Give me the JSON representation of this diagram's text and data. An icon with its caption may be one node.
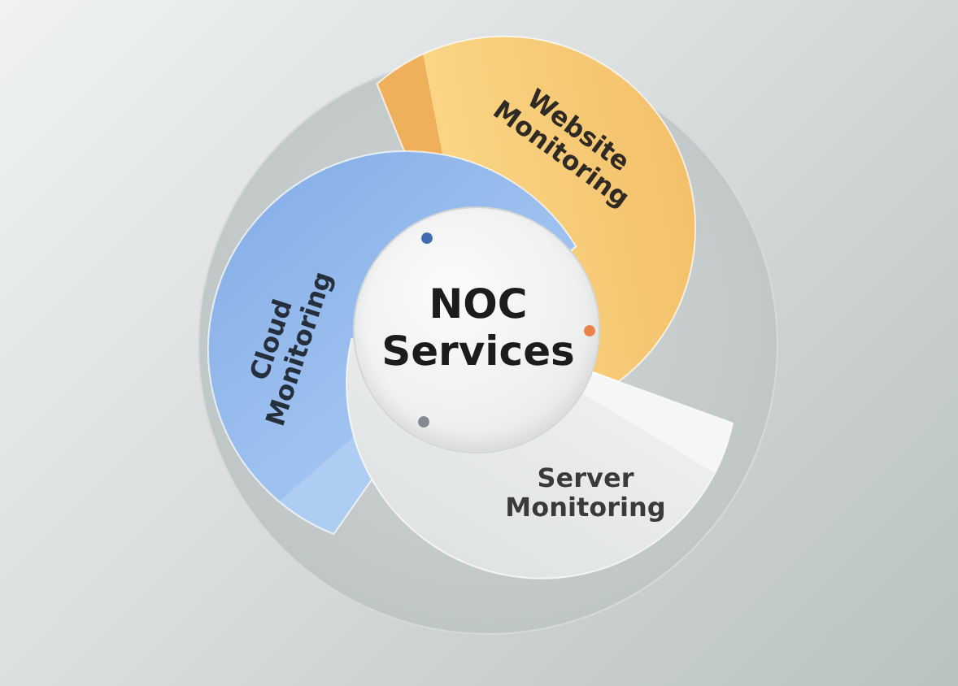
{
  "diagram": {
    "nodes": [
      {
        "text": [
          "NOC Services"
        ]
      },
      {
        "text": [
          "Website Monitoring"
        ]
      },
      {
        "text": [
          "Cloud Monitoring"
        ]
      },
      {
        "text": [
          "Server Monitoring"
        ]
      }
    ]
  }
}
